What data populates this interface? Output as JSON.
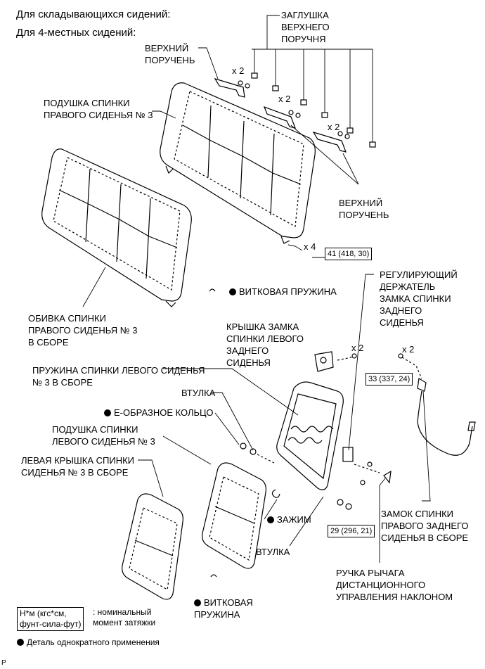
{
  "header": {
    "line1": "Для складывающихся сидений:",
    "line2": "Для 4-местных сидений:"
  },
  "labels": {
    "upper_armrest_cap": "ЗАГЛУШКА\nВЕРХНЕГО\nПОРУЧНЯ",
    "upper_armrest_top": "ВЕРХНИЙ\nПОРУЧЕНЬ",
    "upper_armrest_right": "ВЕРХНИЙ\nПОРУЧЕНЬ",
    "right_seatback_pad": "ПОДУШКА СПИНКИ\nПРАВОГО СИДЕНЬЯ № 3",
    "right_seatback_cover": "ОБИВКА СПИНКИ\nПРАВОГО СИДЕНЬЯ № 3\nВ СБОРЕ",
    "coil_spring_1": "ВИТКОВАЯ ПРУЖИНА",
    "adjusting_holder": "РЕГУЛИРУЮЩИЙ\nДЕРЖАТЕЛЬ\nЗАМКА СПИНКИ\nЗАДНЕГО\nСИДЕНЬЯ",
    "left_lock_cover": "КРЫШКА ЗАМКА\nСПИНКИ ЛЕВОГО\nЗАДНЕГО\nСИДЕНЬЯ",
    "left_seatback_spring": "ПРУЖИНА СПИНКИ ЛЕВОГО СИДЕНЬЯ\n№ 3 В СБОРЕ",
    "bushing_1": "ВТУЛКА",
    "e_ring": "Е-ОБРАЗНОЕ КОЛЬЦО",
    "left_seatback_pad": "ПОДУШКА СПИНКИ\nЛЕВОГО СИДЕНЬЯ № 3",
    "left_seatback_cover": "ЛЕВАЯ КРЫШКА СПИНКИ\nСИДЕНЬЯ № 3 В СБОРЕ",
    "clip": "ЗАЖИМ",
    "bushing_2": "ВТУЛКА",
    "right_lock_assy": "ЗАМОК СПИНКИ\nПРАВОГО ЗАДНЕГО\nСИДЕНЬЯ В СБОРЕ",
    "recline_lever_knob": "РУЧКА РЫЧАГА\nДИСТАНЦИОННОГО\nУПРАВЛЕНИЯ НАКЛОНОМ",
    "coil_spring_2": "ВИТКОВАЯ\nПРУЖИНА"
  },
  "quantities": {
    "q1": "x 2",
    "q2": "x 2",
    "q3": "x 2",
    "q4": "x 4",
    "q5": "x 2",
    "q6": "x 2"
  },
  "torques": {
    "t1": "41 (418, 30)",
    "t2": "33 (337, 24)",
    "t3": "29 (296, 21)"
  },
  "legend": {
    "unit_box": "Н*м (кгс*см,\nфунт-сила-фут)",
    "unit_text": ": номинальный\nмомент затяжки",
    "single_use": "Деталь однократного применения"
  },
  "corner_mark": "P"
}
